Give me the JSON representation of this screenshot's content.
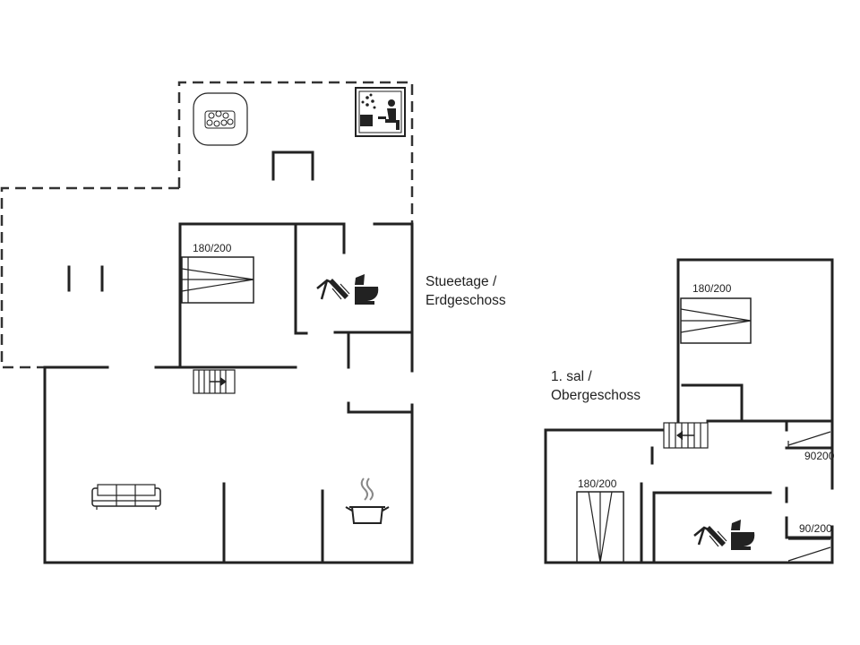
{
  "floors": {
    "ground": {
      "line1": "Stueetage /",
      "line2": "Erdgeschoss"
    },
    "first": {
      "line1": "1. sal /",
      "line2": "Obergeschoss"
    }
  },
  "beds": {
    "ground_double": "180/200",
    "upper_double_top": "180/200",
    "upper_double_left": "180/200",
    "upper_single_top": "90200",
    "upper_single_bottom": "90/200"
  },
  "icons": [
    "hot-tub-icon",
    "sauna-icon",
    "shower-icon",
    "toilet-icon",
    "stairs-icon",
    "sofa-icon",
    "cooking-pot-icon",
    "bed-icon"
  ],
  "colors": {
    "line": "#222222",
    "background": "#ffffff"
  }
}
